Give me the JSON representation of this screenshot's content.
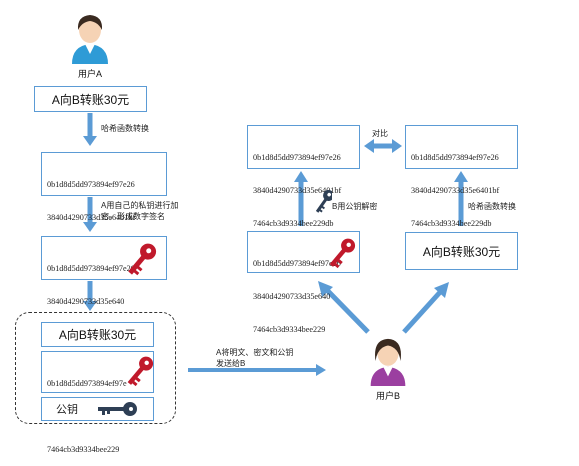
{
  "userA": {
    "label": "用户A"
  },
  "userB": {
    "label": "用户B"
  },
  "left": {
    "transfer": "A向B转账30元",
    "step1_label": "哈希函数转换",
    "hash_lines": [
      "0b1d8d5dd973894ef97e26",
      "3840d4290733d35e6401bf",
      "7464cb3d9334bee229db"
    ],
    "step2_label": "A用自己的私钥进行加\n密，形成数字签名",
    "sig_lines": [
      "0b1d8d5dd973894ef97e26",
      "3840d4290733d35e640",
      "7464cb3d9334bee229"
    ]
  },
  "bundle": {
    "transfer": "A向B转账30元",
    "sig_lines": [
      "0b1d8d5dd973894ef97e",
      "3840d4290733d35e640",
      "7464cb3d9334bee229"
    ],
    "public_key": "公钥"
  },
  "send_label": "A将明文、密文和公钥\n发送给B",
  "right": {
    "compare_label": "对比",
    "hash_top_left": [
      "0b1d8d5dd973894ef97e26",
      "3840d4290733d35e6401bf",
      "7464cb3d9334bee229db"
    ],
    "hash_top_right": [
      "0b1d8d5dd973894ef97e26",
      "3840d4290733d35e6401bf",
      "7464cb3d9334bee229db"
    ],
    "decrypt_label": "B用公钥解密",
    "hash_label": "哈希函数转换",
    "sig_lines": [
      "0b1d8d5dd973894ef97e26",
      "3840d4290733d35e640",
      "7464cb3d9334bee229"
    ],
    "transfer": "A向B转账30元"
  },
  "colors": {
    "arrow": "#5b9bd5",
    "private_key": "#c0192b",
    "public_key": "#2e3f55",
    "box_border": "#5b9bd5"
  }
}
